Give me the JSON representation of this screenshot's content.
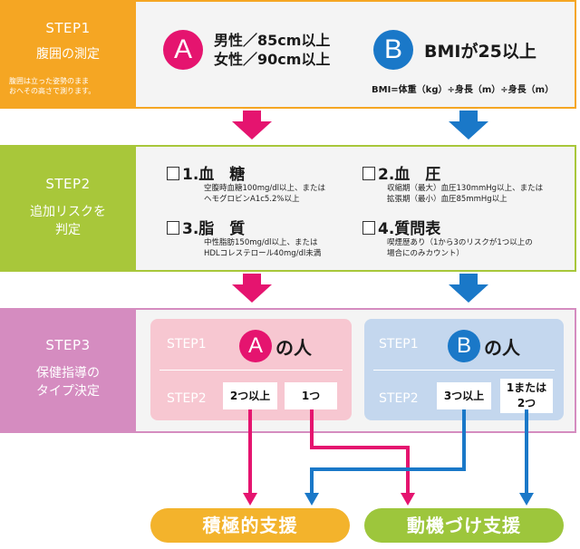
{
  "step1": {
    "title": "STEP1",
    "subtitle": "腹囲の測定",
    "note_line1": "腹囲は立った姿勢のまま",
    "note_line2": "おへその高さで測ります。",
    "a_letter": "A",
    "a_line1": "男性／85cm以上",
    "a_line2": "女性／90cm以上",
    "b_letter": "B",
    "b_text": "BMIが25以上",
    "bmi_formula": "BMI=体重（kg）÷身長（m）÷身長（m）"
  },
  "step2": {
    "title": "STEP2",
    "subtitle_line1": "追加リスクを",
    "subtitle_line2": "判定",
    "items": [
      {
        "label": "1.血　糖",
        "desc1": "空腹時血糖100mg/dl以上、または",
        "desc2": "ヘモグロビンA1c5.2%以上"
      },
      {
        "label": "2.血　圧",
        "desc1": "収縮期（最大）血圧130mmHg以上、または",
        "desc2": "拡張期（最小）血圧85mmHg以上"
      },
      {
        "label": "3.脂　質",
        "desc1": "中性脂肪150mg/dl以上、または",
        "desc2": "HDLコレステロール40mg/dl未満"
      },
      {
        "label": "4.質問表",
        "desc1": "喫煙歴あり（1から3のリスクが1つ以上の",
        "desc2": "場合にのみカウント）"
      }
    ]
  },
  "step3": {
    "title": "STEP3",
    "subtitle_line1": "保健指導の",
    "subtitle_line2": "タイプ決定",
    "panelA": {
      "step1": "STEP1",
      "letter": "A",
      "suffix": "の人",
      "step2": "STEP2",
      "opt1": "2つ以上",
      "opt2": "1つ"
    },
    "panelB": {
      "step1": "STEP1",
      "letter": "B",
      "suffix": "の人",
      "step2": "STEP2",
      "opt1": "3つ以上",
      "opt2_line1": "1または",
      "opt2_line2": "2つ"
    }
  },
  "results": {
    "left": "積極的支援",
    "right": "動機づけ支援"
  },
  "colors": {
    "orange": "#f5a623",
    "green": "#a8c73a",
    "purple": "#d58cc0",
    "magenta": "#e5146f",
    "blue": "#1a78c8",
    "pink_panel": "#f7c7d1",
    "blue_panel": "#c4d7ee",
    "pill_orange": "#f3b32c",
    "pill_green": "#9dc63c"
  }
}
